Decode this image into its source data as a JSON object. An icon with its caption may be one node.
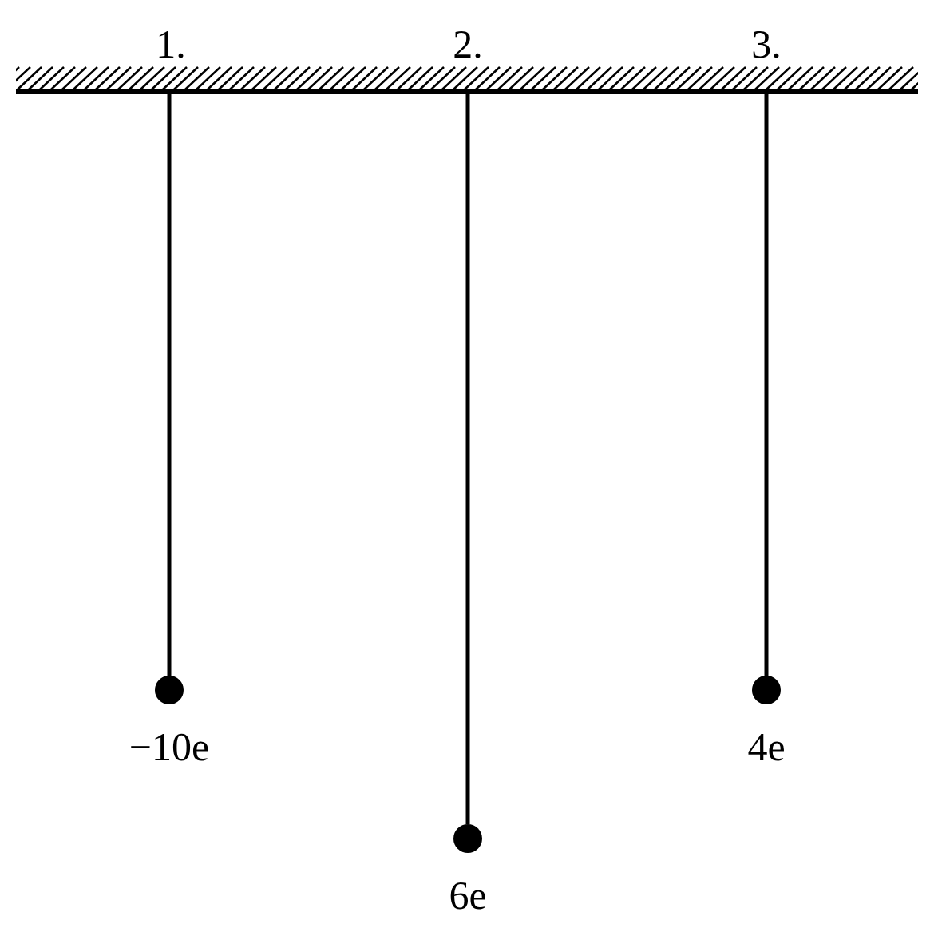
{
  "diagram": {
    "nodes": [
      {
        "text": [],
        "shape": "bar"
      },
      {
        "text": [],
        "shape": "circle",
        "beside": [
          "−10e"
        ]
      },
      {
        "text": [],
        "shape": "circle",
        "beside": [
          "6e"
        ]
      },
      {
        "text": [],
        "shape": "circle",
        "beside": [
          "4e"
        ]
      }
    ],
    "edges": [
      {
        "from": 0,
        "to": 1,
        "arrow": "none"
      },
      {
        "from": 0,
        "to": 2,
        "arrow": "none"
      },
      {
        "from": 0,
        "to": 3,
        "arrow": "none"
      }
    ],
    "labels": [
      "1.",
      "2.",
      "3."
    ]
  }
}
